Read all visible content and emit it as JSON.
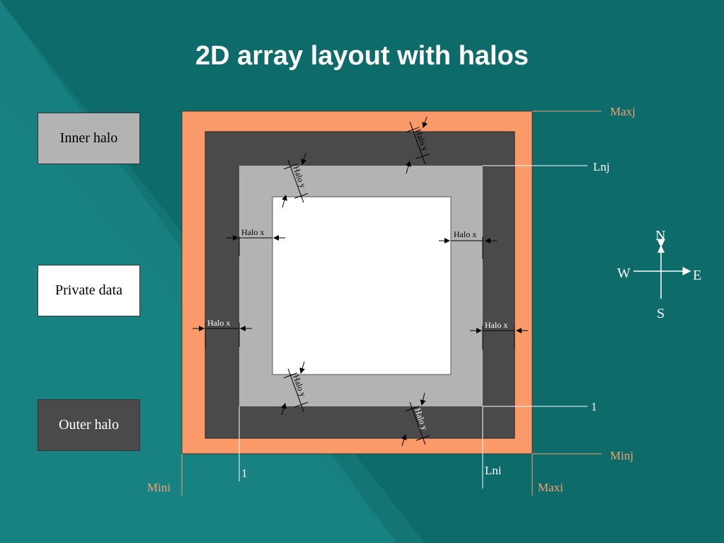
{
  "title": "2D array layout with halos",
  "legend": {
    "inner_halo": "Inner halo",
    "private_data": "Private data",
    "outer_halo": "Outer halo"
  },
  "labels": {
    "maxj": "Maxj",
    "lnj": "Lnj",
    "one_j": "1",
    "minj": "Minj",
    "mini": "Mini",
    "one_i": "1",
    "lni": "Lni",
    "maxi": "Maxi",
    "halo_x": "Halo x",
    "halo_y": "Halo y"
  },
  "compass": {
    "n": "N",
    "s": "S",
    "e": "E",
    "w": "W"
  },
  "colors": {
    "background": "#0e6b6b",
    "outer_border": "#fa9a68",
    "outer_halo": "#4a4a4a",
    "inner_halo": "#b3b3b3",
    "private_data": "#ffffff",
    "accent_label": "#f4a070"
  }
}
